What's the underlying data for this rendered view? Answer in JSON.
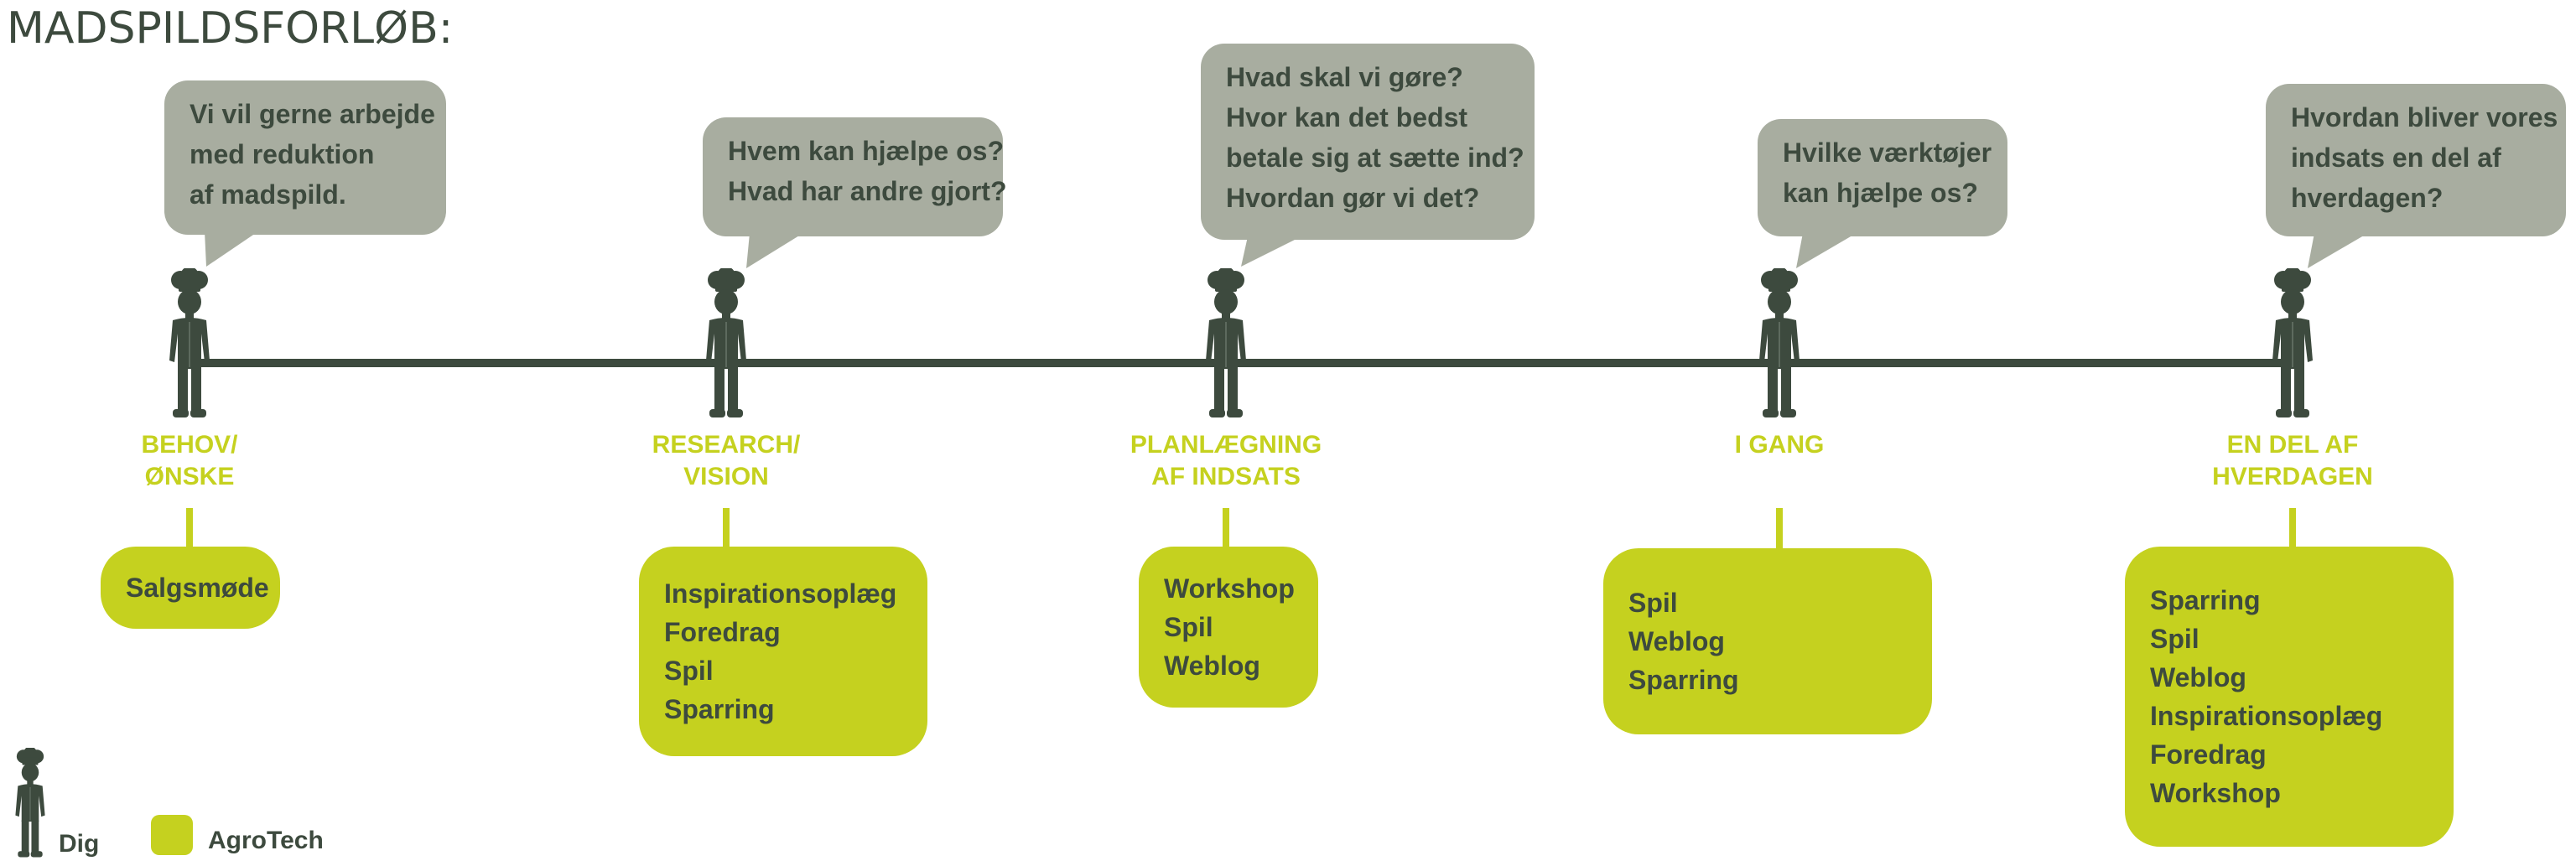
{
  "title": "MADSPILDSFORLØB:",
  "colors": {
    "dark": "#3d4a3e",
    "bubble": "#a8ada0",
    "lime": "#c5d11f"
  },
  "stages": [
    {
      "label": [
        "BEHOV/",
        "ØNSKE"
      ],
      "question": [
        "Vi vil gerne arbejde",
        "med reduktion",
        "af madspild."
      ],
      "agrotech": [
        "Salgsmøde"
      ]
    },
    {
      "label": [
        "RESEARCH/",
        "VISION"
      ],
      "question": [
        "Hvem kan hjælpe os?",
        "Hvad har andre gjort?"
      ],
      "agrotech": [
        "Inspirationsoplæg",
        "Foredrag",
        "Spil",
        "Sparring"
      ]
    },
    {
      "label": [
        "PLANLÆGNING",
        "AF INDSATS"
      ],
      "question": [
        "Hvad skal vi gøre?",
        "Hvor kan det bedst",
        "betale sig at sætte ind?",
        "Hvordan gør vi det?"
      ],
      "agrotech": [
        "Workshop",
        "Spil",
        "Weblog"
      ]
    },
    {
      "label": [
        "I GANG"
      ],
      "question": [
        "Hvilke værktøjer",
        "kan hjælpe os?"
      ],
      "agrotech": [
        "Spil",
        "Weblog",
        "Sparring"
      ]
    },
    {
      "label": [
        "EN DEL AF",
        "HVERDAGEN"
      ],
      "question": [
        "Hvordan bliver vores",
        "indsats en del af",
        "hverdagen?"
      ],
      "agrotech": [
        "Sparring",
        "Spil",
        "Weblog",
        "Inspirationsoplæg",
        "Foredrag",
        "Workshop"
      ]
    }
  ],
  "legend": {
    "person_label": "Dig",
    "person_icon": "person-icon",
    "agrotech_label": "AgroTech"
  }
}
